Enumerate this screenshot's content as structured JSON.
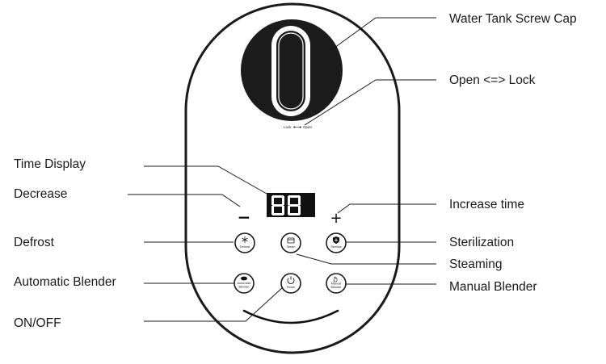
{
  "callouts": {
    "water_tank_screw_cap": "Water Tank Screw Cap",
    "open_lock": "Open <=> Lock",
    "time_display": "Time Display",
    "decrease": "Decrease",
    "increase_time": "Increase time",
    "defrost": "Defrost",
    "sterilization": "Sterilization",
    "steaming": "Steaming",
    "automatic_blender": "Automatic Blender",
    "manual_blender": "Manual Blender",
    "on_off": "ON/OFF"
  },
  "device": {
    "cap_lock_label": "Lock",
    "cap_open_label": "Open",
    "display_digits": "88",
    "minus_symbol": "−",
    "plus_symbol": "+",
    "buttons": {
      "defrost": "Defrost",
      "steam": "Steam",
      "sterilize": "Sterilize",
      "automatic_blender_line1": "Automatic",
      "automatic_blender_line2": "Blender",
      "power": "Power",
      "manual_blender_line1": "Manual",
      "manual_blender_line2": "Blender"
    }
  },
  "colors": {
    "outline": "#1a1a1a",
    "cap_fill": "#1c1c1c",
    "display_bg": "#111111",
    "display_segments": "#ffffff"
  }
}
